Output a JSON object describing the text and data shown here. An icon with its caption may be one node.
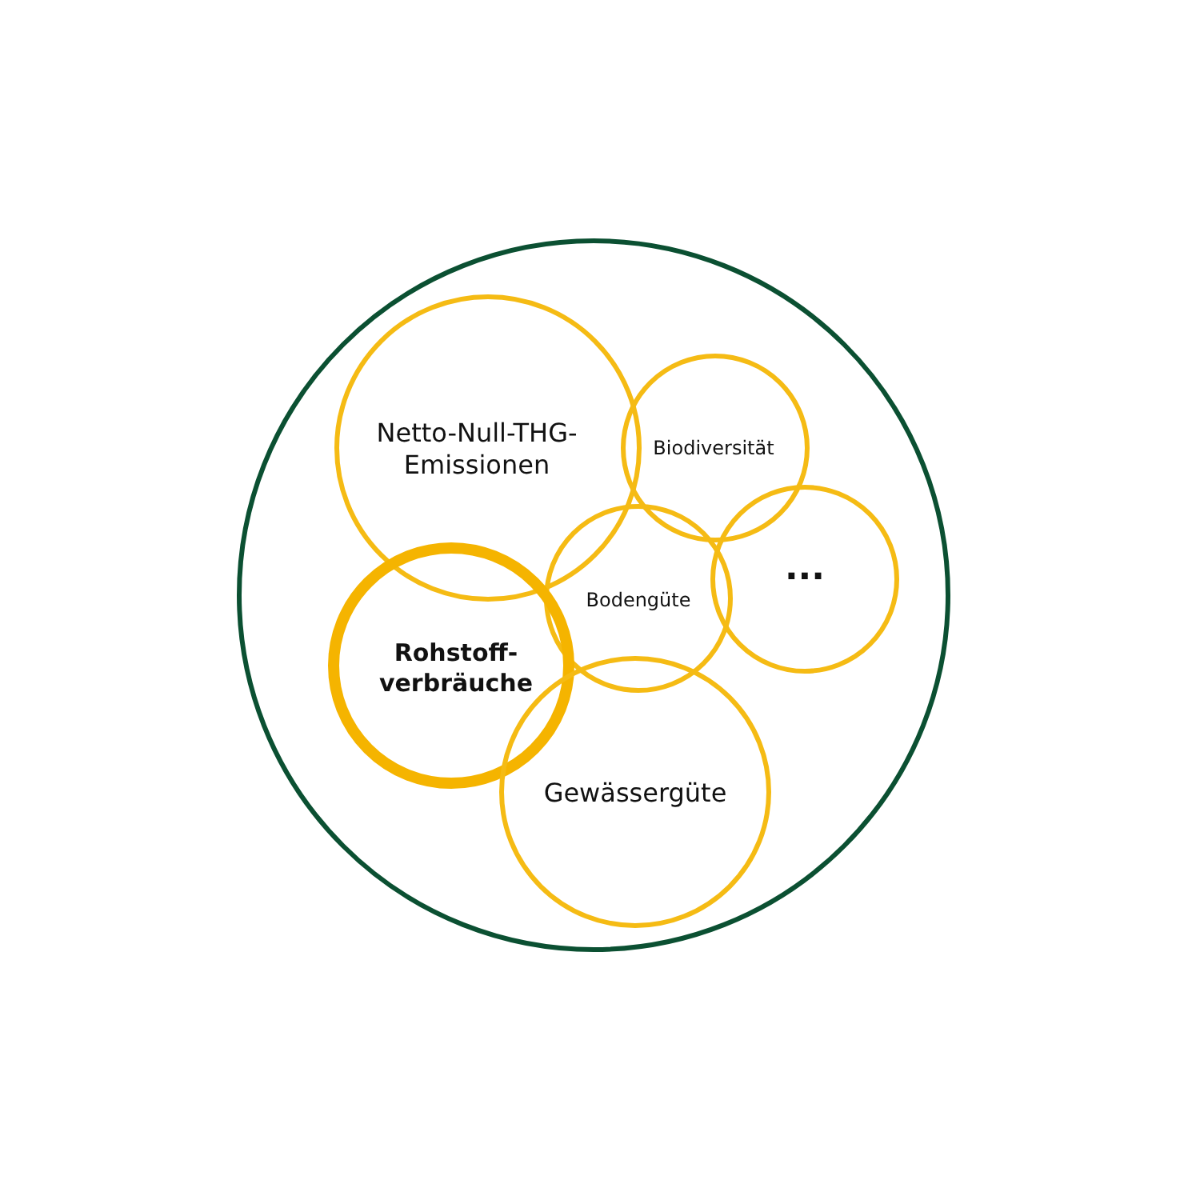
{
  "diagram": {
    "nodes": [
      {
        "text": [],
        "shape": "circle"
      },
      {
        "text": [
          "Netto-Null-THG- Emissionen"
        ],
        "in": 0
      },
      {
        "text": [
          "Biodiversität"
        ],
        "in": 0
      },
      {
        "text": [
          "..."
        ],
        "in": 0
      },
      {
        "text": [
          "Bodengüte"
        ],
        "in": 0
      },
      {
        "text": [
          "Rohstoff- verbräuche"
        ],
        "in": 0
      },
      {
        "text": [
          "Gewässergüte"
        ],
        "in": 0
      }
    ]
  }
}
